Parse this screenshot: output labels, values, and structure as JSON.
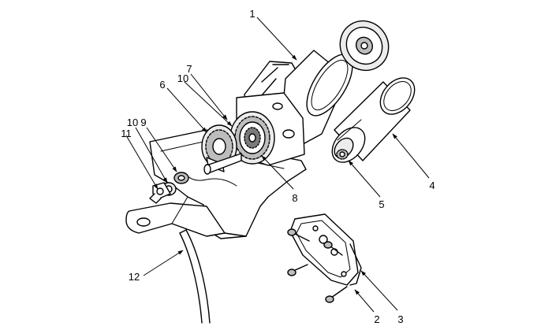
{
  "callouts": [
    {
      "id": "c1",
      "label": "1"
    },
    {
      "id": "c2",
      "label": "2"
    },
    {
      "id": "c3",
      "label": "3"
    },
    {
      "id": "c4",
      "label": "4"
    },
    {
      "id": "c5",
      "label": "5"
    },
    {
      "id": "c6",
      "label": "6"
    },
    {
      "id": "c7",
      "label": "7"
    },
    {
      "id": "c8",
      "label": "8"
    },
    {
      "id": "c9",
      "label": "9"
    },
    {
      "id": "c10a",
      "label": "10"
    },
    {
      "id": "c10b",
      "label": "10"
    },
    {
      "id": "c11",
      "label": "11"
    },
    {
      "id": "c12",
      "label": "12"
    }
  ]
}
